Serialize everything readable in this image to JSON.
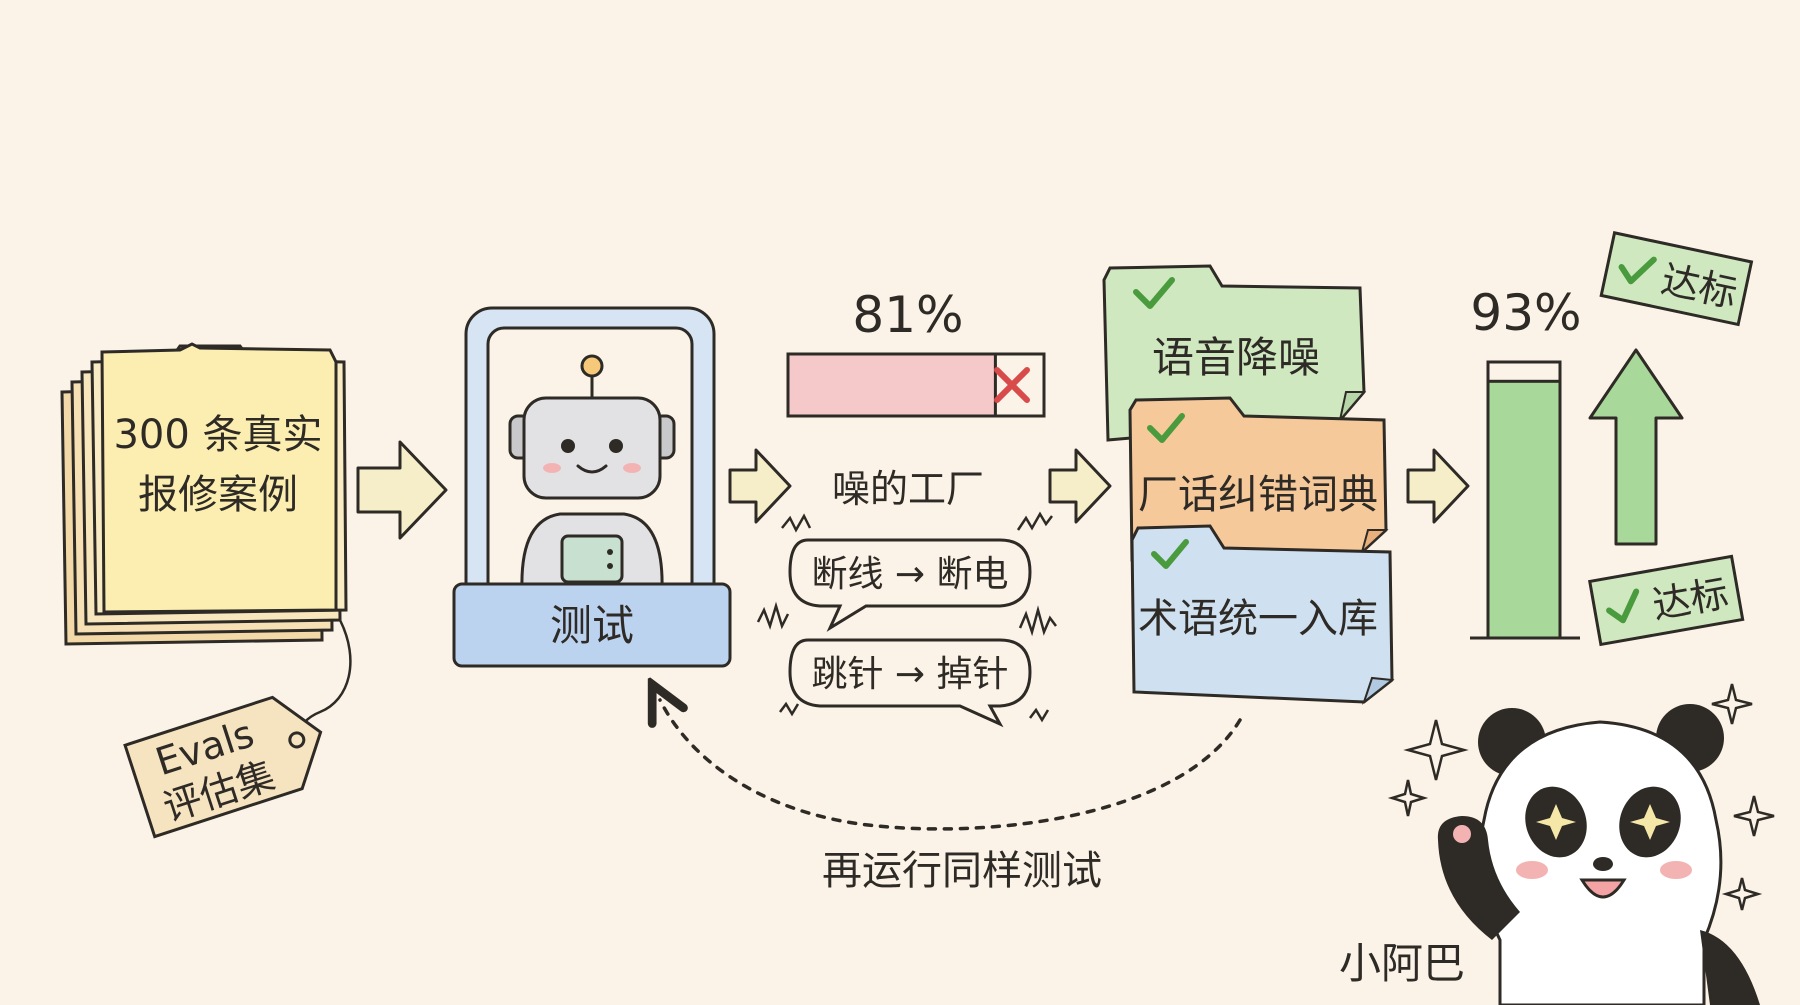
{
  "dataset": {
    "folder_label_line1": "300 条真实",
    "folder_label_line2": "报修案例",
    "tag_line1": "Evals",
    "tag_line2": "评估集"
  },
  "test_station": {
    "label": "测试"
  },
  "first_result": {
    "score": "81%",
    "fill": 0.81,
    "status": "fail"
  },
  "noise": {
    "title": "噪的工厂",
    "confusion_1": "断线 → 断电",
    "confusion_2": "跳针 → 掉针"
  },
  "fixes": {
    "items": [
      {
        "label": "语音降噪",
        "color": "#cfe8c0"
      },
      {
        "label": "厂话纠错词典",
        "color": "#f6c99b"
      },
      {
        "label": "术语统一入库",
        "color": "#cfe0f0"
      }
    ]
  },
  "final_result": {
    "score": "93%",
    "fill": 0.93,
    "badge_top": "达标",
    "badge_bottom": "达标"
  },
  "loop": {
    "label": "再运行同样测试"
  },
  "mascot": {
    "name": "小阿巴"
  },
  "colors": {
    "background": "#fbf3e8",
    "ink": "#2e2a26",
    "folder_yellow": "#fbeeb0",
    "arrow_fill": "#f6edc9",
    "fail_red": "#d94a4a",
    "fail_bar": "#f5c9c9",
    "pass_green": "#a8d89a",
    "check_green": "#4a9a3e",
    "frame_blue": "#cfe0f3"
  }
}
